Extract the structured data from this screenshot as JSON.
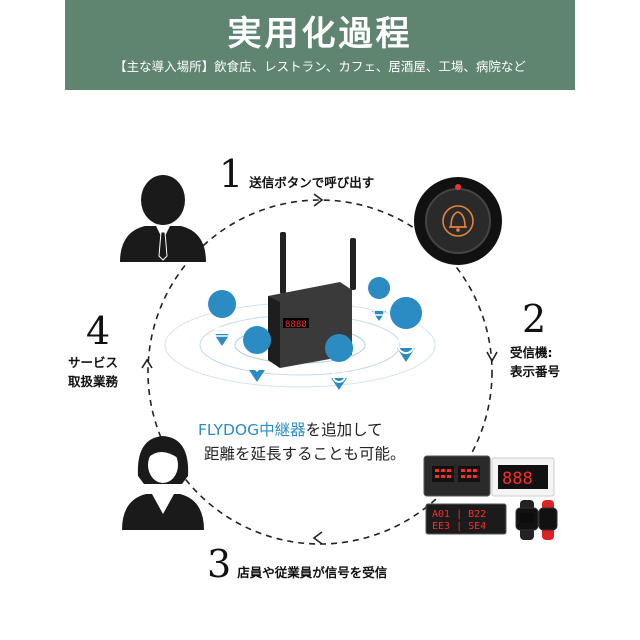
{
  "header": {
    "title": "実用化過程",
    "subtitle": "【主な導入場所】飲食店、レストラン、カフェ、居酒屋、工場、病院など"
  },
  "steps": [
    {
      "number": "1",
      "label": "送信ボタンで呼び出す"
    },
    {
      "number": "2",
      "label_line1": "受信機:",
      "label_line2": "表示番号"
    },
    {
      "number": "3",
      "label": "店員や従業員が信号を受信"
    },
    {
      "number": "4",
      "label_line1": "サービス",
      "label_line2": "取扱業務"
    }
  ],
  "caption": {
    "highlight": "FLYDOG中継器",
    "rest_line1": "を追加して",
    "line2": "距離を延長することも可能。"
  },
  "device_displays": {
    "repeater": "8888",
    "receiver_small": "888",
    "receiver_large": "888",
    "board_row1": "A01 | B22",
    "board_row2": "EE3 | SE4"
  },
  "colors": {
    "banner": "#5f8470",
    "accent_blue": "#2b8cc4",
    "led_red": "#ff2a2a",
    "bell_orange": "#e9823a"
  }
}
